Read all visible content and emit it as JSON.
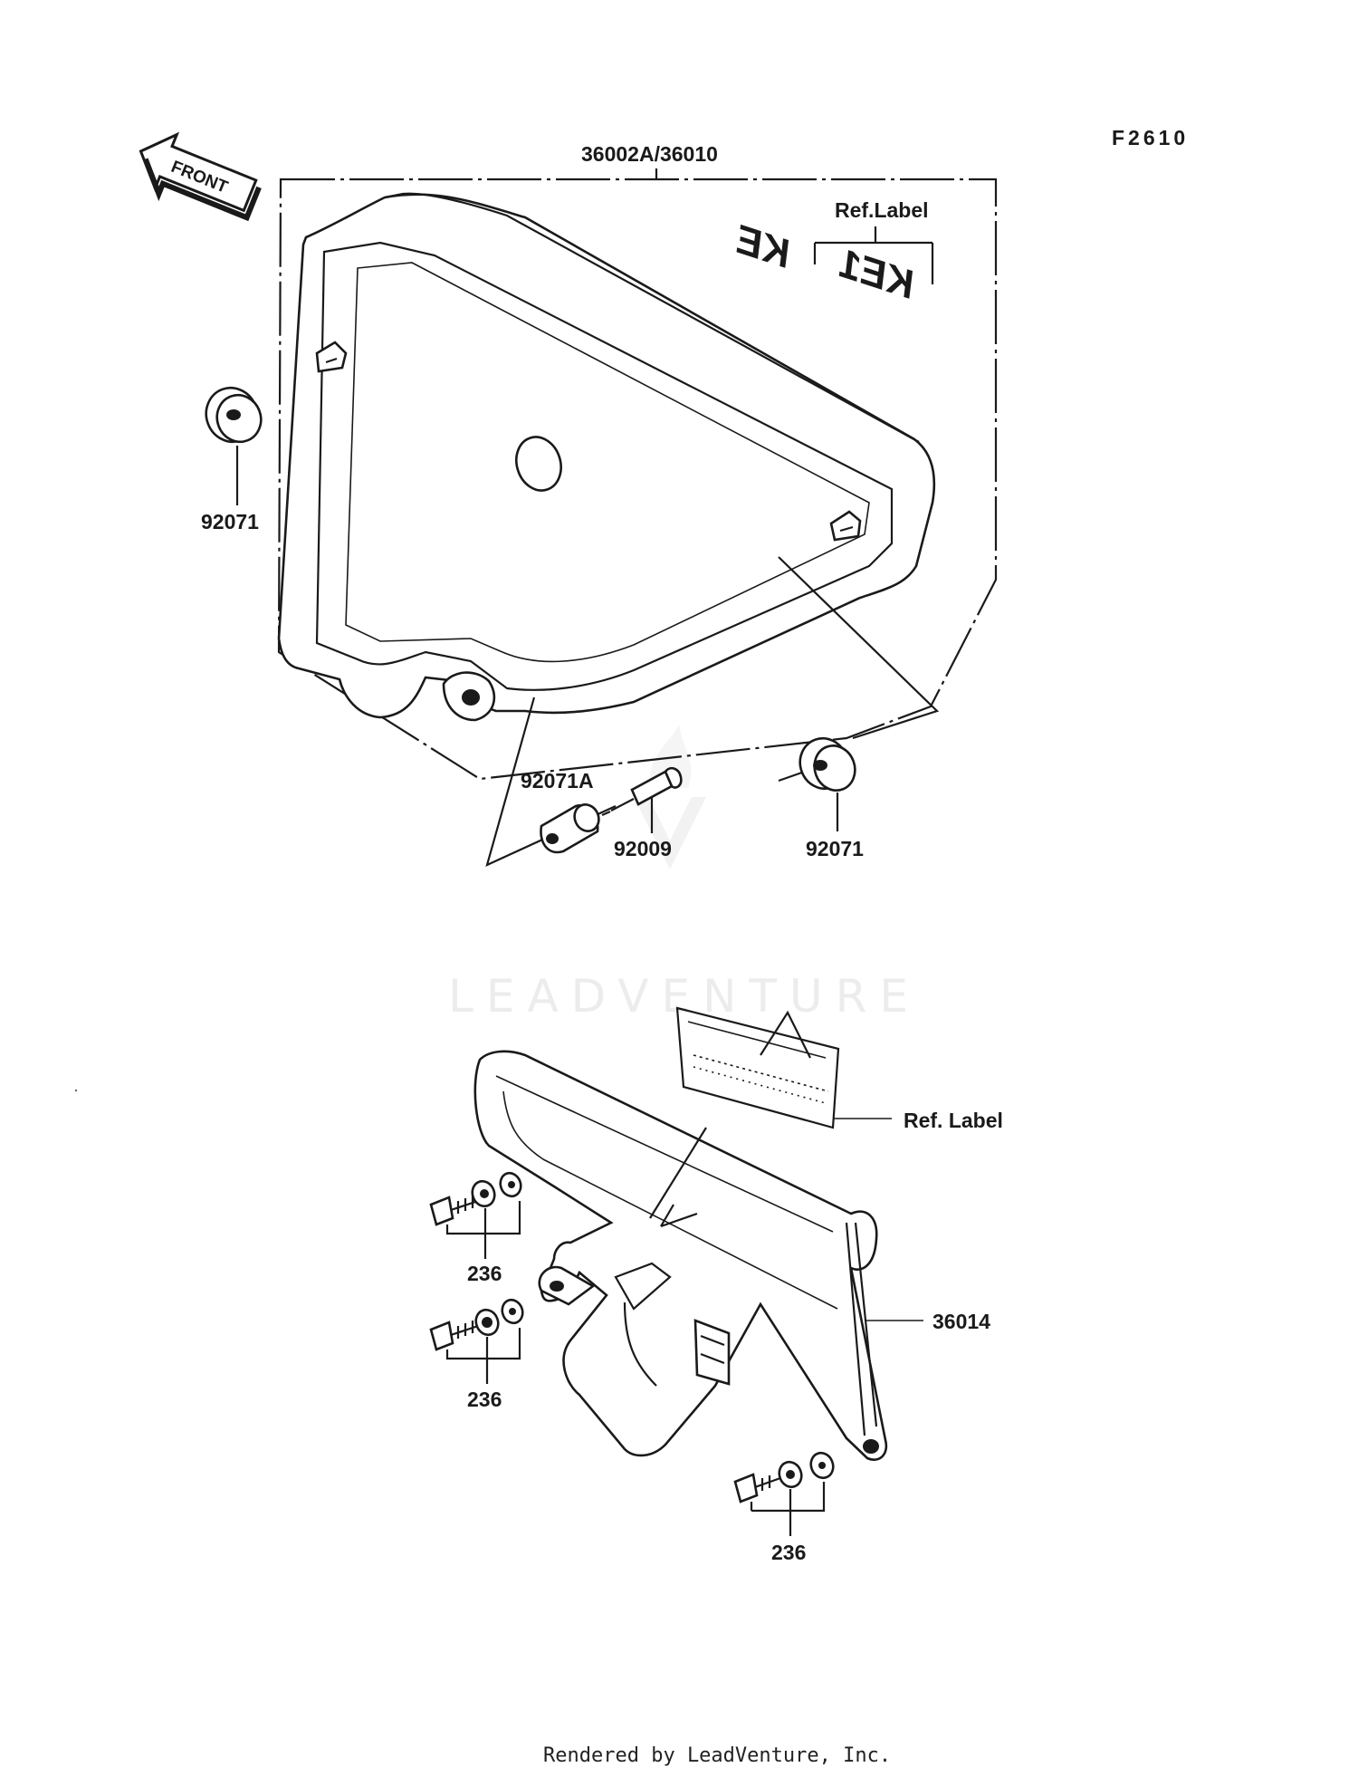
{
  "diagram": {
    "figure_code": "F2610",
    "front_arrow_label": "FRONT",
    "watermark": "LEADVENTURE",
    "footer": "Rendered by LeadVenture, Inc.",
    "colors": {
      "line": "#1a1a1a",
      "background": "#ffffff",
      "watermark": "#ececec"
    },
    "callouts": {
      "side_cover": "36002A/36010",
      "ref_label_top": "Ref.Label",
      "grommet_left": "92071",
      "collar": "92071A",
      "bolt": "92009",
      "grommet_right": "92071",
      "ref_label_bottom": "Ref. Label",
      "chain_cover": "36014",
      "screw_1": "236",
      "screw_2": "236",
      "screw_3": "236"
    }
  }
}
